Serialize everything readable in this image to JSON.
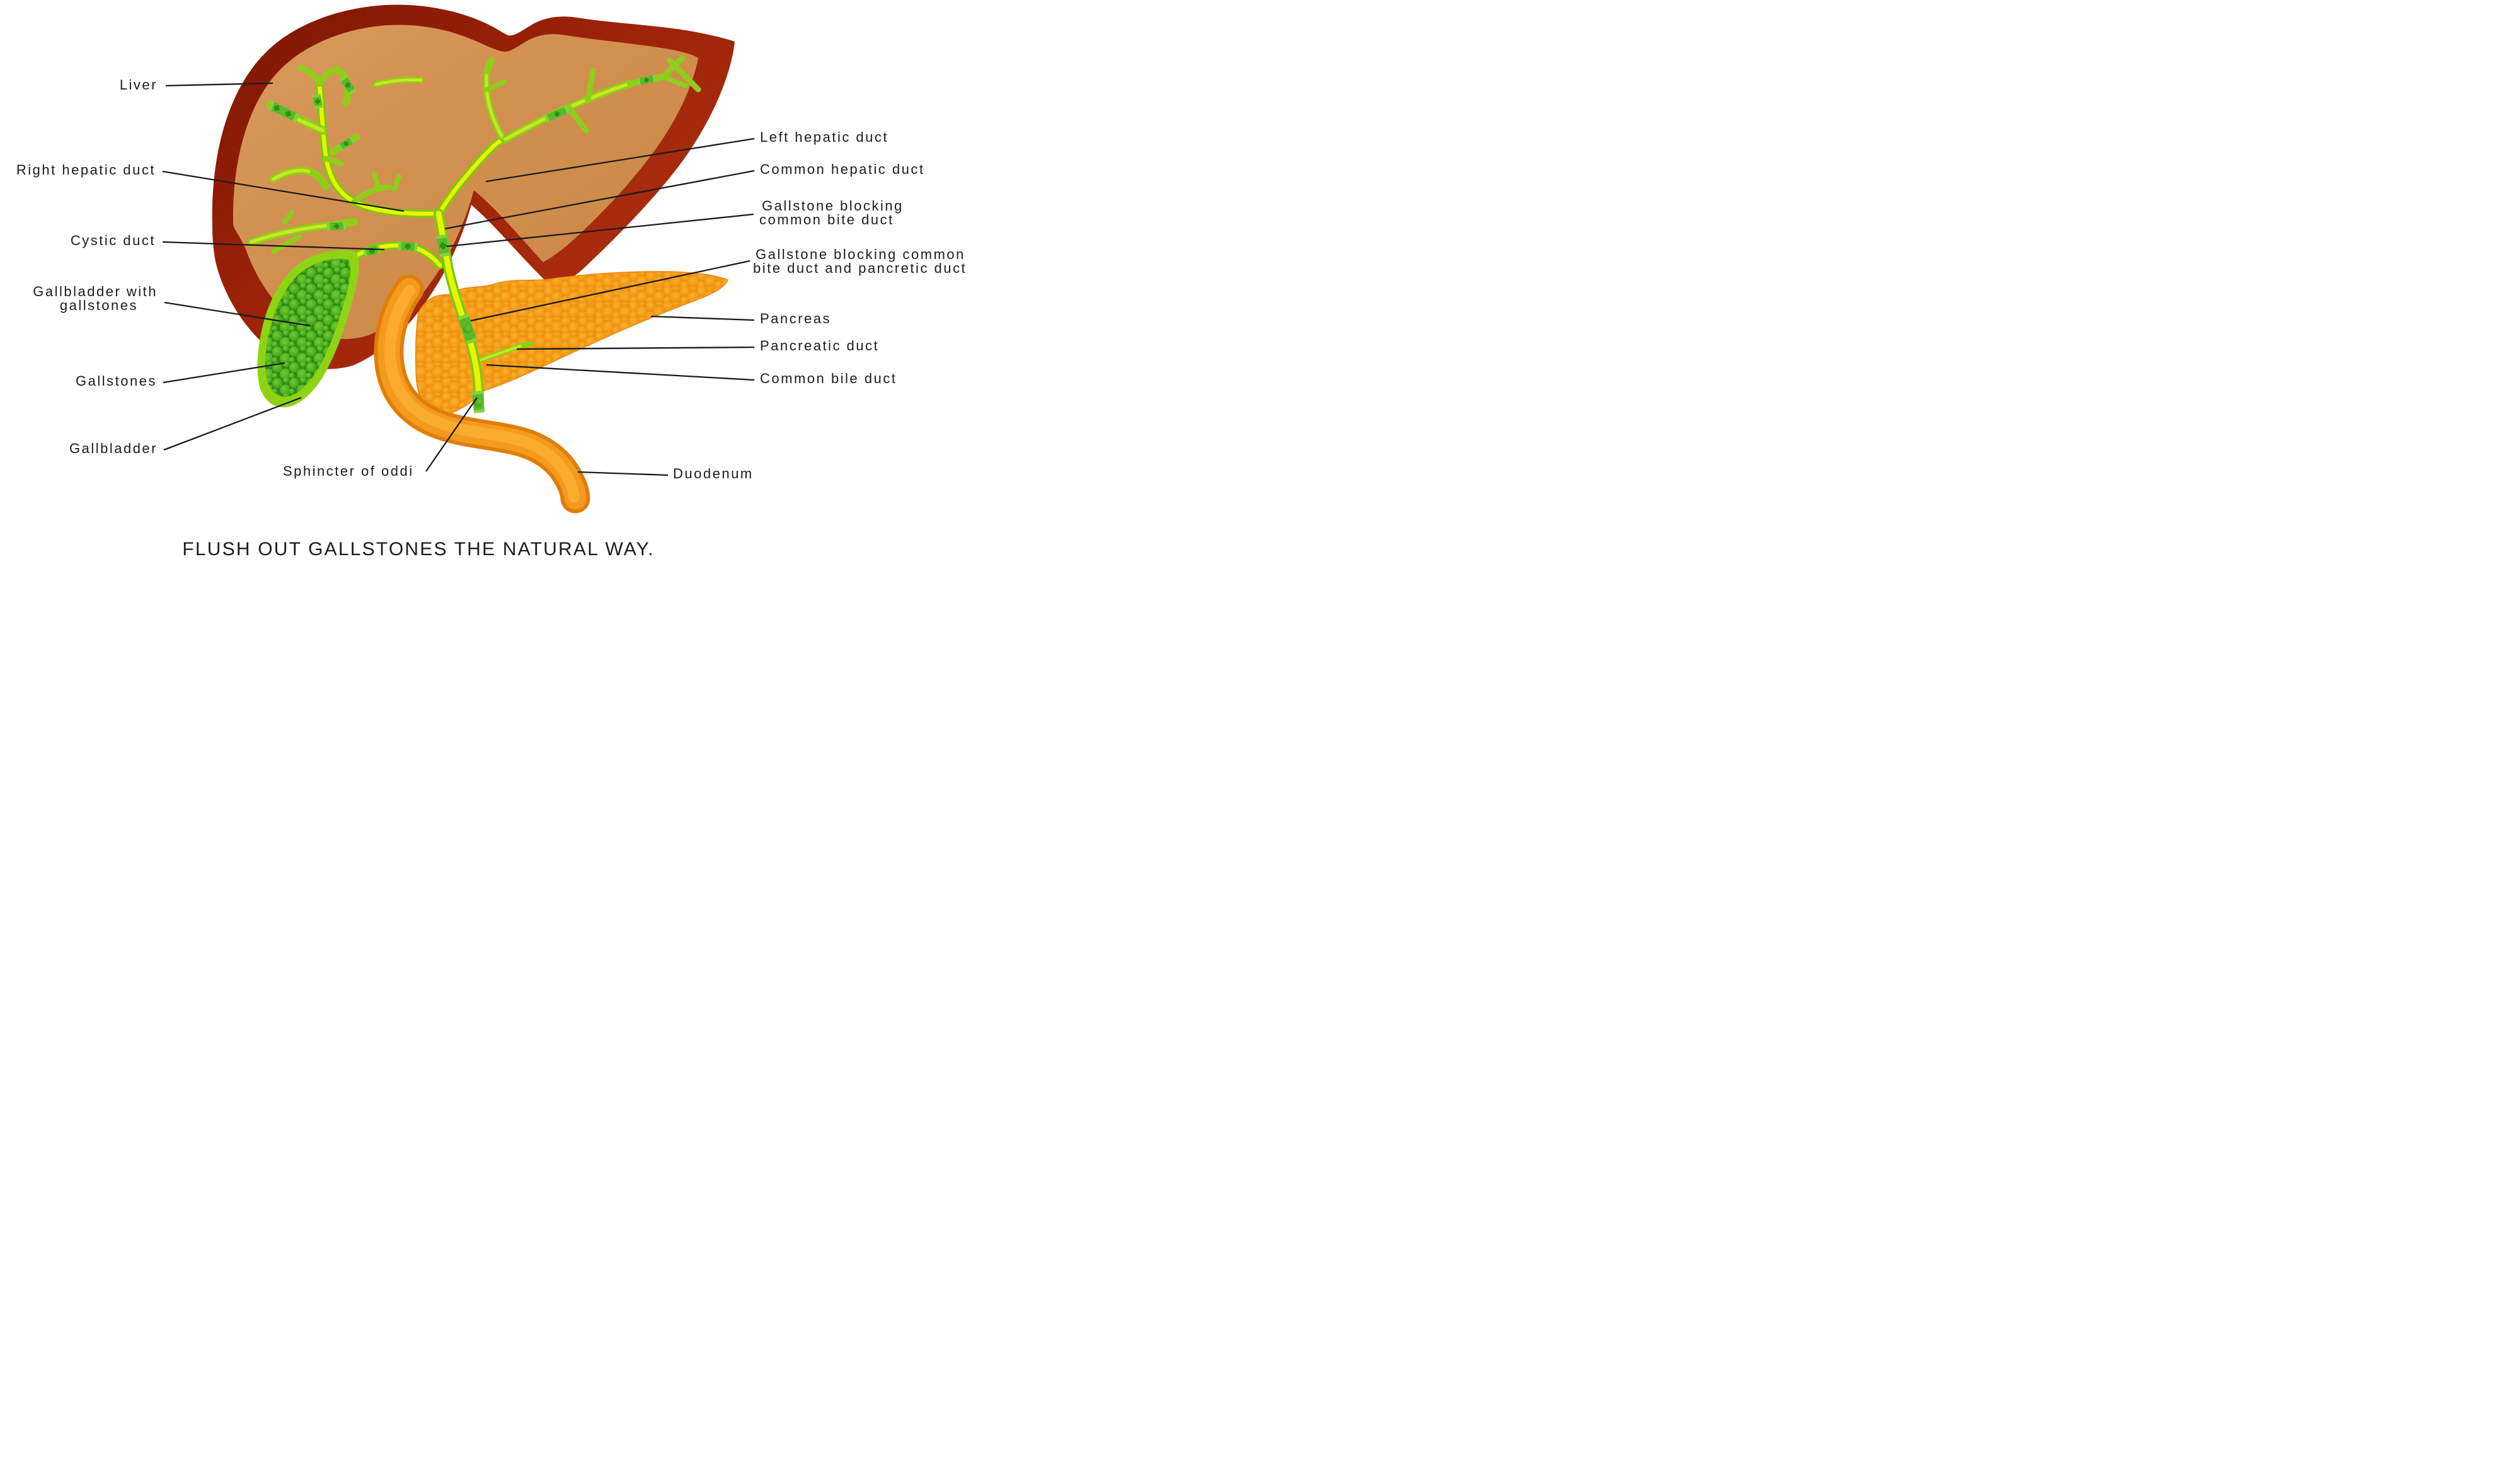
{
  "title": "FLUSH OUT GALLSTONES THE NATURAL WAY.",
  "labels": {
    "liver": "Liver",
    "right_hepatic_duct": "Right hepatic duct",
    "cystic_duct": "Cystic duct",
    "gallbladder_with_line1": "Gallbladder with",
    "gallbladder_with_line2": "gallstones",
    "gallstones": "Gallstones",
    "gallbladder": "Gallbladder",
    "sphincter_of_oddi": "Sphincter of oddi",
    "left_hepatic_duct": "Left hepatic duct",
    "common_hepatic_duct": "Common hepatic duct",
    "gallstone_cbd_line1": "Gallstone blocking",
    "gallstone_cbd_line2": "common bite duct",
    "gallstone_both_line1": "Gallstone blocking common",
    "gallstone_both_line2": "bite duct and pancretic duct",
    "pancreas": "Pancreas",
    "pancreatic_duct": "Pancreatic duct",
    "common_bile_duct": "Common bile duct",
    "duodenum": "Duodenum"
  },
  "colors": {
    "background": "#ffffff",
    "liver_outer": "#9a2407",
    "liver_inner": "#cf8b46",
    "bile_duct_green": "#7cc814",
    "bile_duct_yellow": "#e6f600",
    "gallstone_green": "#2f9113",
    "gallbladder_wall": "#8fd414",
    "gallbladder_interior": "#2c8c10",
    "pancreas": "#ee9012",
    "duodenum": "#f49a1c",
    "leader_line": "#1c1c1c",
    "text": "#1c1c1c"
  }
}
